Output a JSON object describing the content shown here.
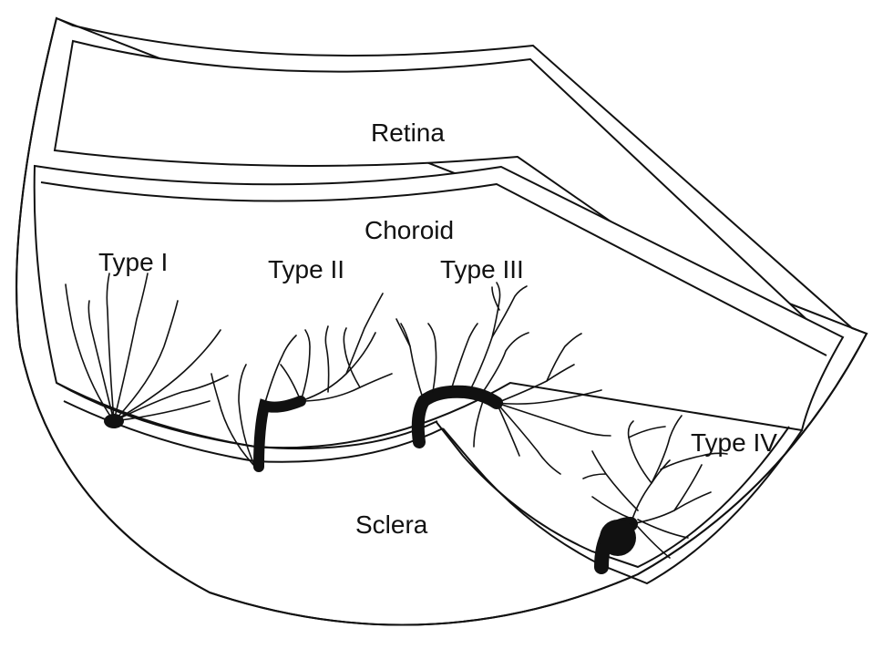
{
  "labels": {
    "retina": "Retina",
    "choroid": "Choroid",
    "sclera": "Sclera",
    "type_i": "Type I",
    "type_ii": "Type II",
    "type_iii": "Type III",
    "type_iv": "Type IV"
  },
  "colors": {
    "ink": "#111111",
    "background": "#ffffff"
  }
}
